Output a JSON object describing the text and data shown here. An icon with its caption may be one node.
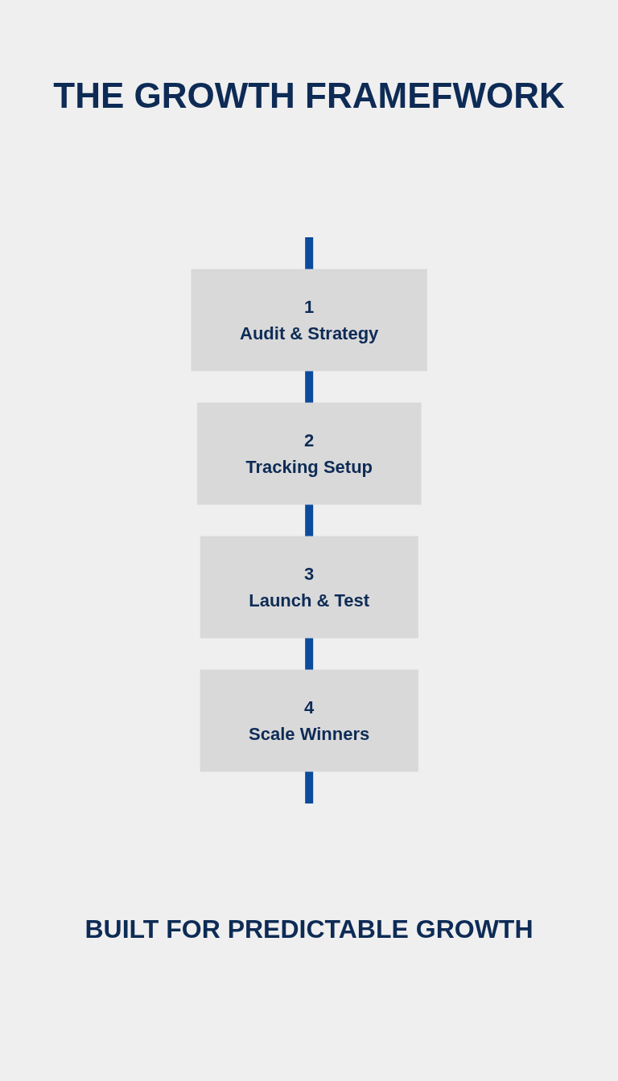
{
  "diagram": {
    "title": "THE GROWTH FRAMEFWORK",
    "nodes": [
      {
        "text": [
          "1",
          "Audit & Strategy"
        ]
      },
      {
        "text": [
          "2",
          "Tracking Setup"
        ]
      },
      {
        "text": [
          "3",
          "Launch & Test"
        ]
      },
      {
        "text": [
          "4",
          "Scale Winners"
        ]
      }
    ],
    "edges": [
      {
        "from": null,
        "to": 0,
        "arrow": "none"
      },
      {
        "from": 0,
        "to": 1,
        "arrow": "none"
      },
      {
        "from": 1,
        "to": 2,
        "arrow": "none"
      },
      {
        "from": 2,
        "to": 3,
        "arrow": "none"
      },
      {
        "from": 3,
        "to": null,
        "arrow": "none"
      }
    ],
    "caption": "BUILT FOR PREDICTABLE GROWTH"
  }
}
